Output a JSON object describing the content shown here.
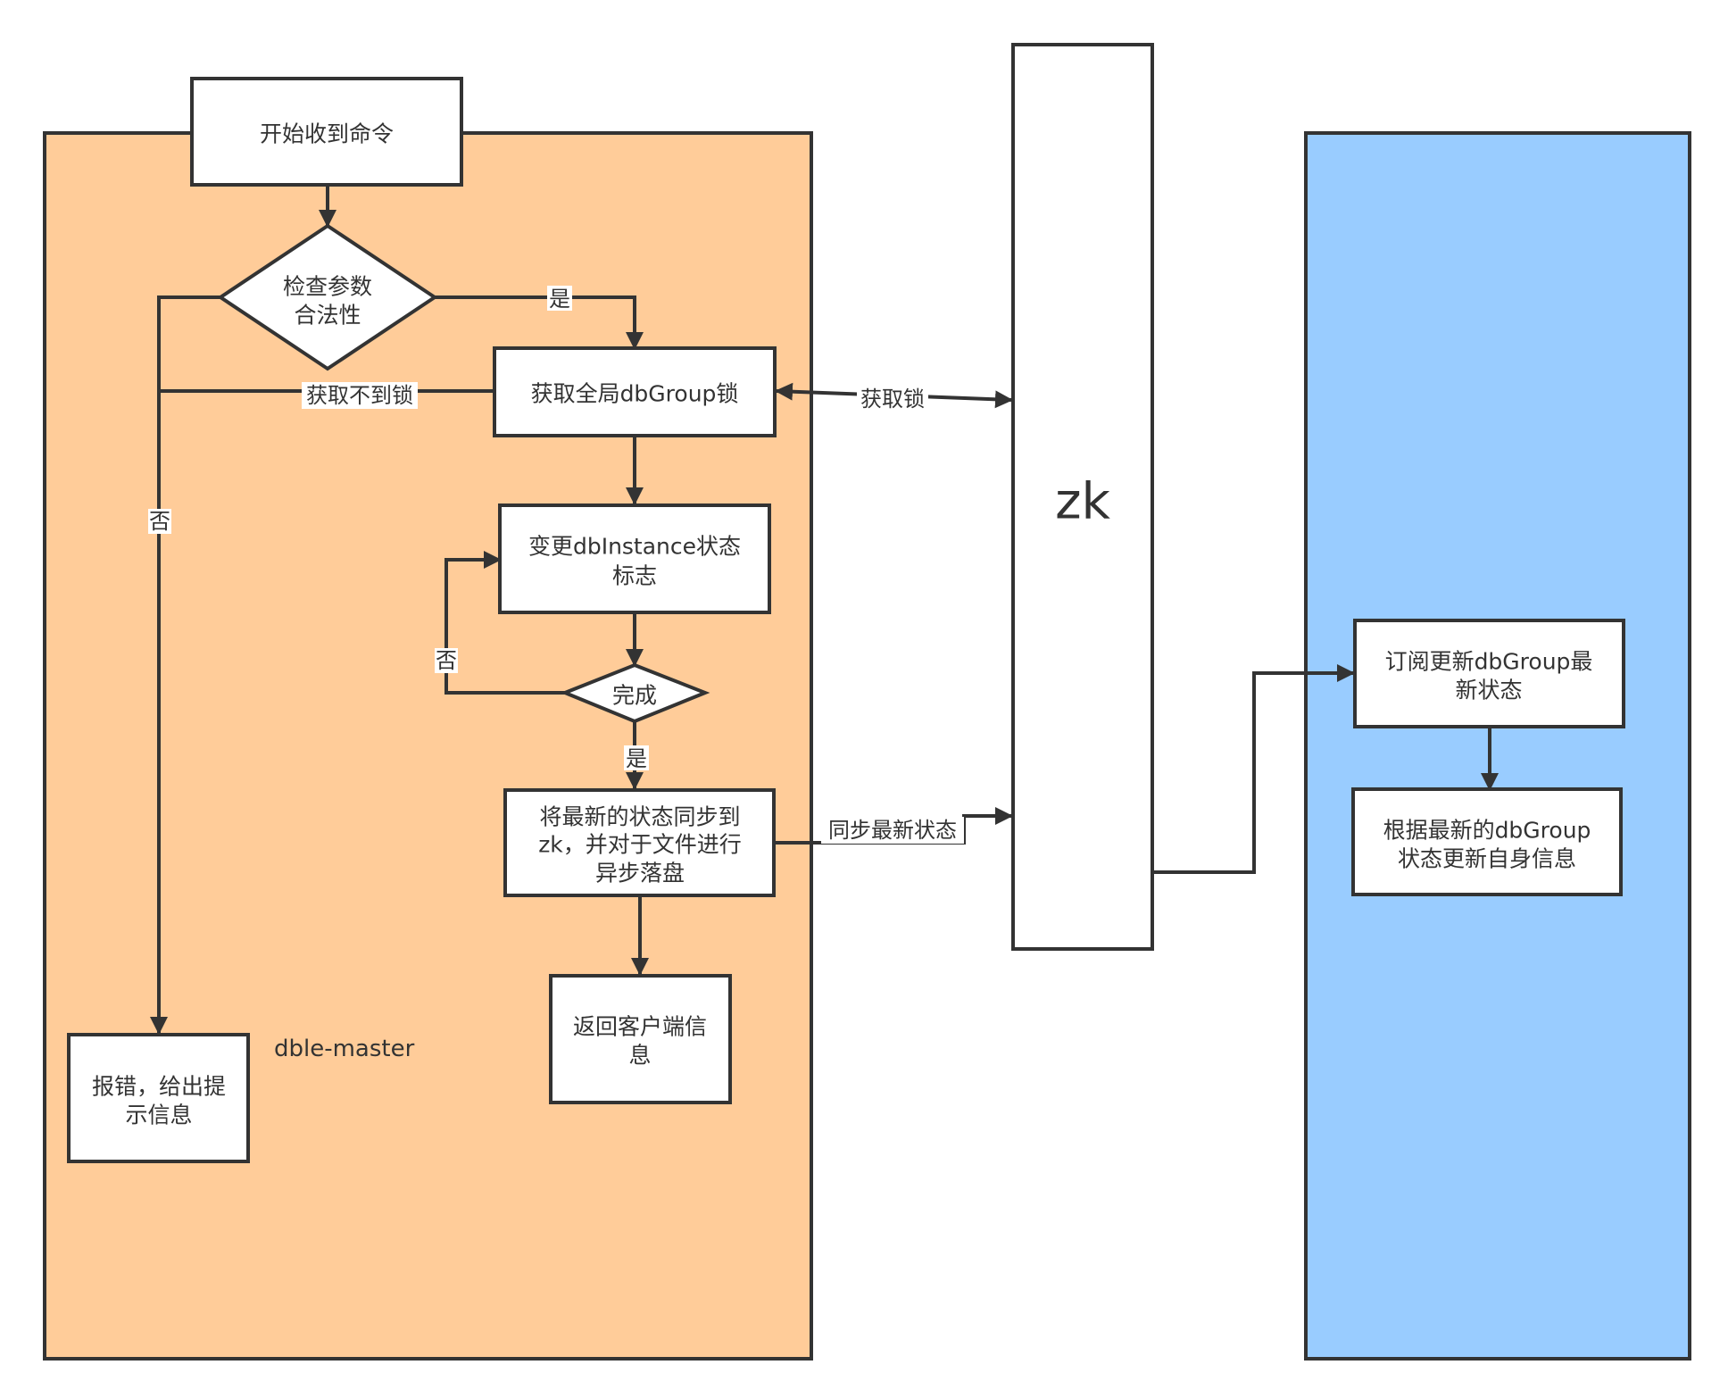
{
  "colors": {
    "master_fill": "#FFCC99",
    "slave_fill": "#99CCFF",
    "stroke": "#333333"
  },
  "master_label": "dble-master",
  "zk_label": "zk",
  "nodes": {
    "start": "开始收到命令",
    "check": [
      "检查参数",
      "合法性"
    ],
    "get_lock": "获取全局dbGroup锁",
    "change_state": [
      "变更dbInstance状态",
      "标志"
    ],
    "done": "完成",
    "sync": [
      "将最新的状态同步到",
      "zk，并对于文件进行",
      "异步落盘"
    ],
    "return": [
      "返回客户端信",
      "息"
    ],
    "error": [
      "报错，给出提",
      "示信息"
    ],
    "subscribe": [
      "订阅更新dbGroup最",
      "新状态"
    ],
    "update_self": [
      "根据最新的dbGroup",
      "状态更新自身信息"
    ]
  },
  "edges": {
    "yes_1": "是",
    "no_1": "否",
    "lock_fail": "获取不到锁",
    "get_lock_zk": "获取锁",
    "no_2": "否",
    "yes_2": "是",
    "sync_zk": "同步最新状态"
  }
}
